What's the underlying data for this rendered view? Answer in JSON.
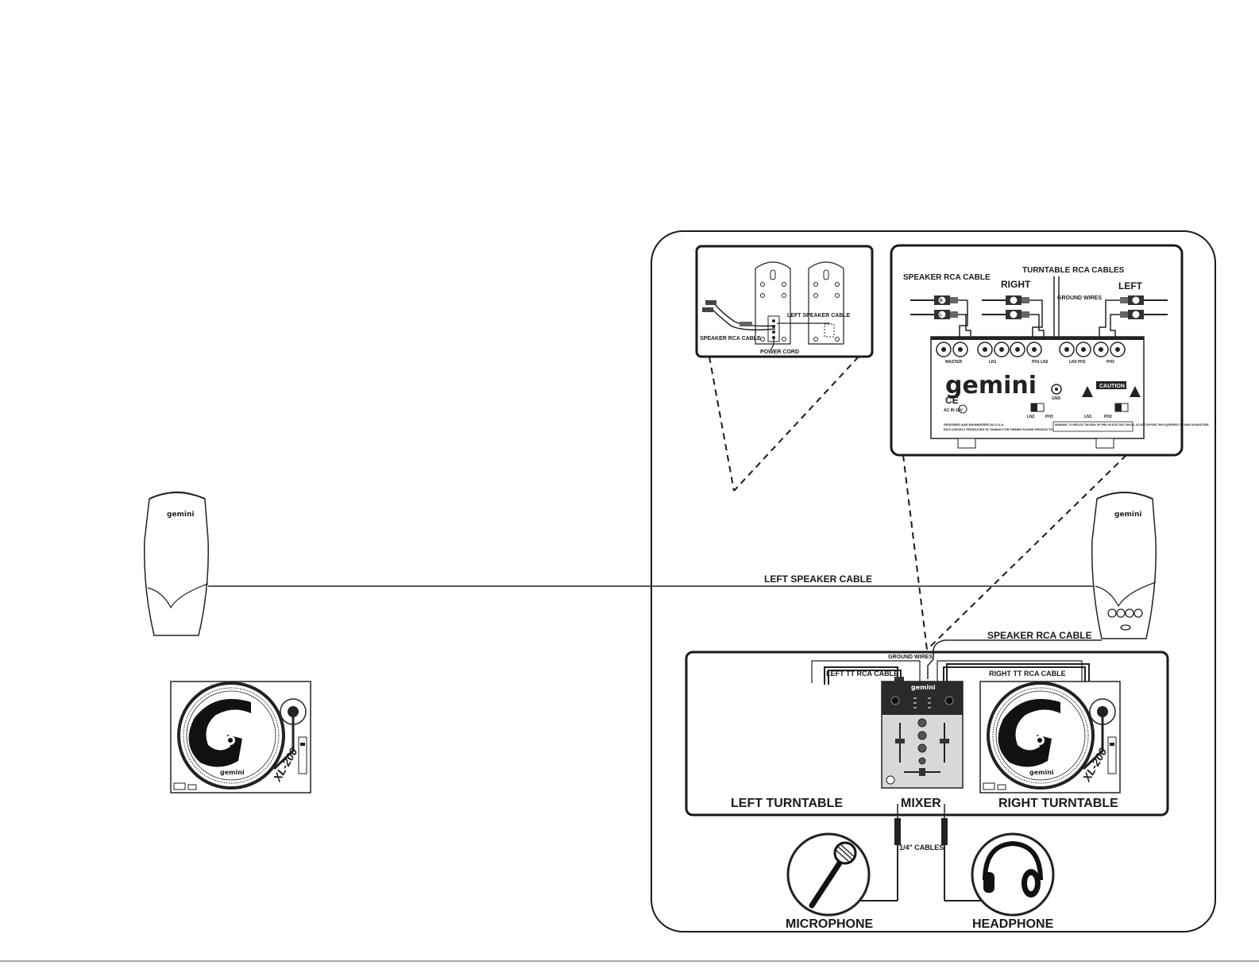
{
  "speaker_detail": {
    "left_speaker_cable": "LEFT SPEAKER CABLE",
    "speaker_rca_cable": "SPEAKER RCA CABLE",
    "power_cord": "POWER CORD"
  },
  "mixer_rear_detail": {
    "turntable_rca_cables": "TURNTABLE RCA CABLES",
    "speaker_rca_cable": "SPEAKER RCA CABLE",
    "right": "RIGHT",
    "left": "LEFT",
    "ground_wires": "GROUND WIRES",
    "brand": "gemini",
    "ce_mark": "CE",
    "caution": "CAUTION",
    "r_marker": "R",
    "l_marker": "L",
    "input_labels": [
      "MASTER",
      "LN1",
      "PH1 LN2",
      "LN3 PH2",
      "PH3"
    ],
    "switch_labels": [
      "LN2",
      "PH3",
      "LN1",
      "PH2"
    ],
    "gnd_label": "GND",
    "power_label": "AC IN 18V",
    "warning_text": "WARNING: TO REDUCE THE RISK OF FIRE OR ELECTRIC SHOCK, DO NOT EXPOSE THIS EQUIPMENT TO RAIN OR MOISTURE.",
    "designed_text": "DESIGNED AND ENGINEERED IN U.S.A.",
    "produced_text": "EXCLUSIVELY PRODUCED IN TAIWAN FOR GEMINI SOUND PRODUCTS"
  },
  "main_setup": {
    "left_speaker_cable": "LEFT SPEAKER CABLE",
    "speaker_rca_cable": "SPEAKER RCA CABLE",
    "ground_wires": "GROUND WIRES",
    "left_tt_rca_cable": "LEFT TT RCA CABLE",
    "right_tt_rca_cable": "RIGHT TT RCA CABLE",
    "left_turntable": "LEFT TURNTABLE",
    "mixer": "MIXER",
    "right_turntable": "RIGHT TURNTABLE",
    "quarter_inch_cables": "1/4\" CABLES",
    "microphone": "MICROPHONE",
    "headphone": "HEADPHONE",
    "speaker_brand": "gemini",
    "turntable_brand": "gemini",
    "turntable_model": "XL-200",
    "mixer_brand": "gemini"
  },
  "icons": [
    "speaker-icon",
    "turntable-icon",
    "mixer-icon",
    "microphone-icon",
    "headphone-icon",
    "rca-plug-icon"
  ]
}
